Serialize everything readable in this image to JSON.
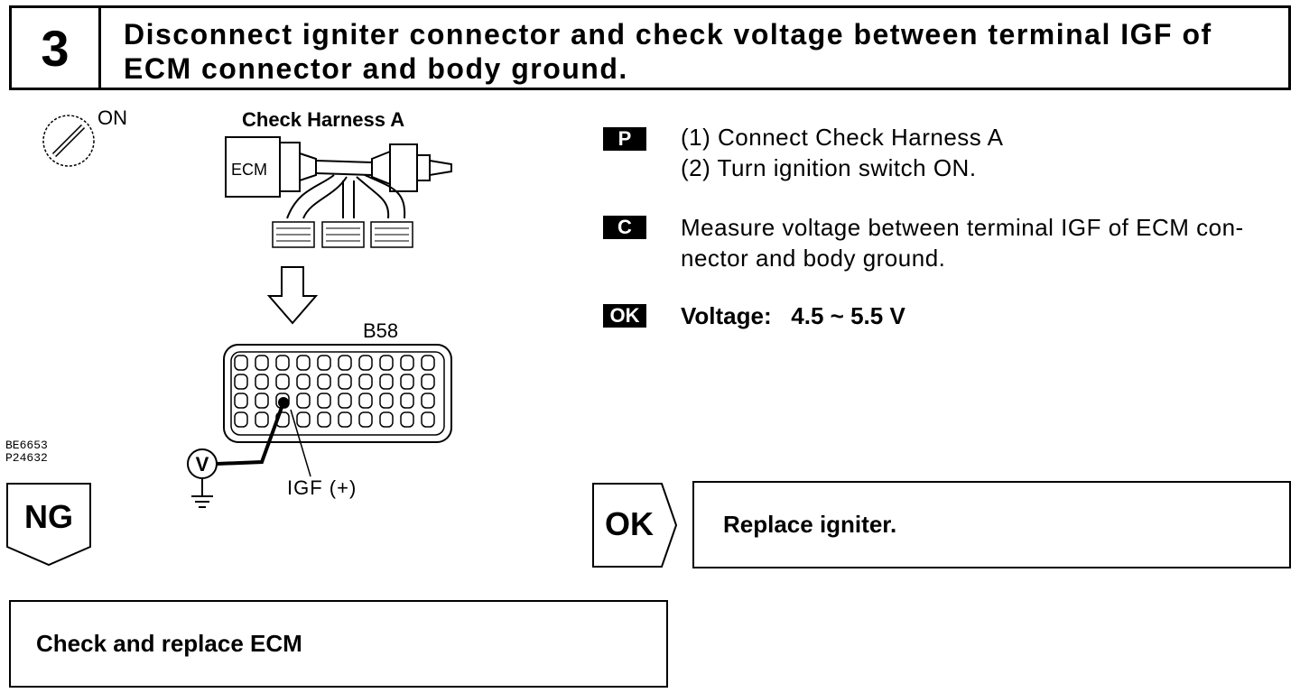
{
  "step": {
    "number": "3",
    "title_line1": "Disconnect igniter connector and check voltage between terminal IGF of",
    "title_line2": "ECM connector and body ground."
  },
  "diagram": {
    "switch_label": "ON",
    "harness_label": "Check Harness A",
    "ecm_label": "ECM",
    "connector_label": "B58",
    "terminal_label": "IGF (+)",
    "meter_label": "V",
    "figure_codes": [
      "BE6653",
      "P24632"
    ]
  },
  "instructions": {
    "prep_tag": "P",
    "prep_lines": [
      "(1) Connect Check Harness A",
      "(2) Turn ignition switch ON."
    ],
    "check_tag": "C",
    "check_lines": [
      "Measure voltage between terminal IGF of ECM con-",
      "nector and body ground."
    ],
    "ok_tag": "OK",
    "ok_text": "Voltage:   4.5 ~ 5.5 V"
  },
  "results": {
    "ng_label": "NG",
    "ng_action": "Check and replace ECM",
    "ok_label": "OK",
    "ok_action": "Replace igniter."
  }
}
